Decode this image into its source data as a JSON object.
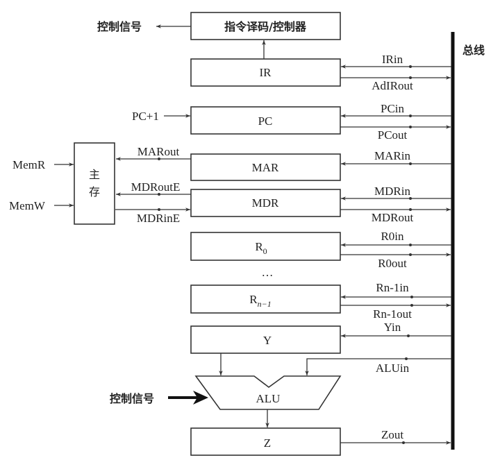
{
  "controller": {
    "label": "指令译码/控制器",
    "output_label": "控制信号"
  },
  "bus": {
    "label": "总线"
  },
  "registers": {
    "ir": {
      "label": "IR",
      "in": "IRin",
      "out": "AdIRout"
    },
    "pc": {
      "label": "PC",
      "in": "PCin",
      "out": "PCout",
      "increment": "PC+1"
    },
    "mar": {
      "label": "MAR",
      "in": "MARin",
      "out": "MARout"
    },
    "mdr": {
      "label": "MDR",
      "in": "MDRin",
      "out": "MDRout",
      "out_mem": "MDRoutE",
      "in_mem": "MDRinE"
    },
    "r0": {
      "label": "R",
      "sub": "0",
      "in": "R0in",
      "out": "R0out"
    },
    "ellipsis": "…",
    "rn": {
      "label": "R",
      "sub": "n−1",
      "in": "Rn-1in",
      "out": "Rn-1out"
    },
    "y": {
      "label": "Y",
      "in": "Yin"
    },
    "z": {
      "label": "Z",
      "out": "Zout"
    }
  },
  "memory": {
    "line1": "主",
    "line2": "存",
    "read": "MemR",
    "write": "MemW"
  },
  "alu": {
    "label": "ALU",
    "in": "ALUin",
    "control_label": "控制信号"
  }
}
